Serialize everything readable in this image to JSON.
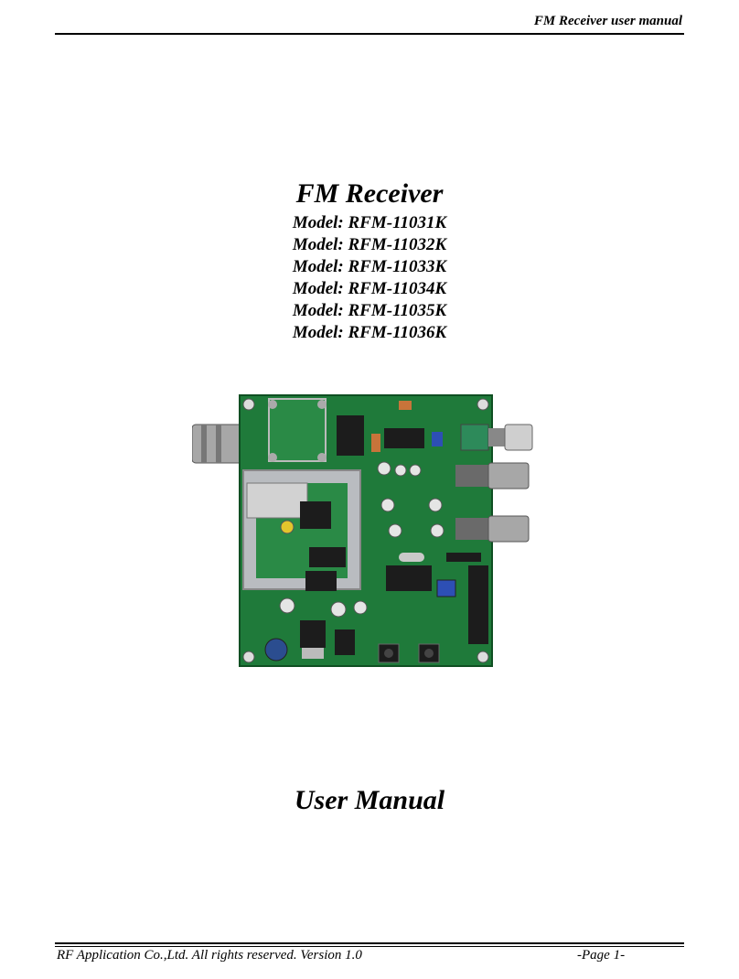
{
  "header": {
    "title": "FM Receiver user manual"
  },
  "title": "FM Receiver",
  "models": [
    "Model: RFM-11031K",
    "Model: RFM-11032K",
    "Model: RFM-11033K",
    "Model: RFM-11034K",
    "Model: RFM-11035K",
    "Model: RFM-11036K"
  ],
  "photo": {
    "icon": "circuit-board-photo",
    "board_color": "#1f7a3a",
    "shield_color": "#b9bcc0",
    "connector_color": "#9a9a9a"
  },
  "subtitle": "User Manual",
  "footer": {
    "copyright": "RF Application Co.,Ltd. All rights reserved. Version 1.0",
    "page": "-Page 1-"
  }
}
